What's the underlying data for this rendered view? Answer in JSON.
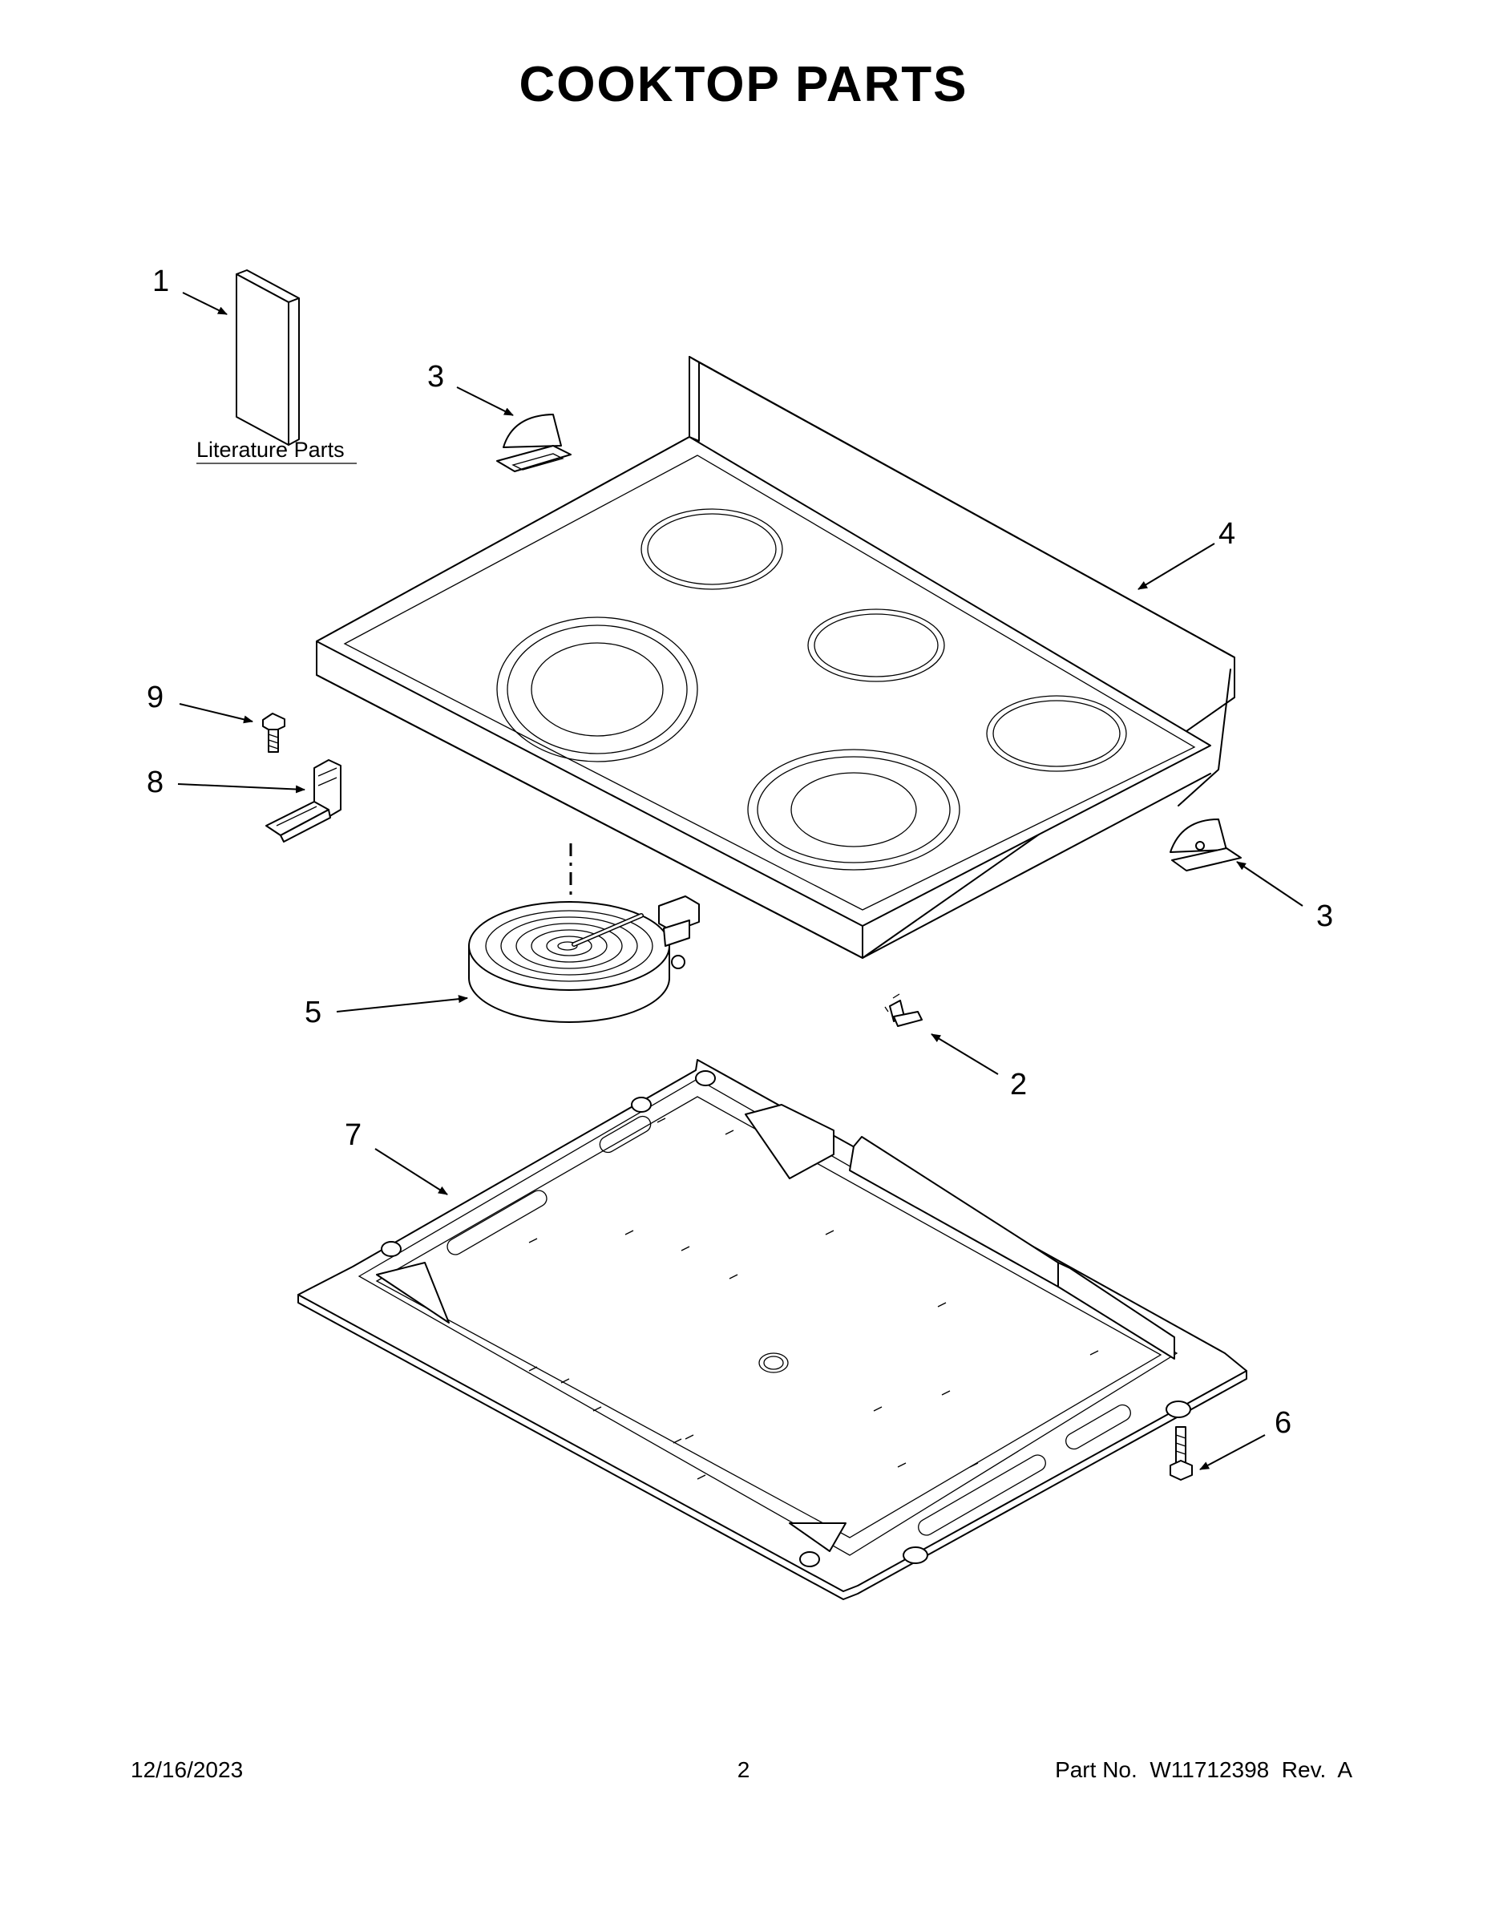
{
  "header": {
    "title": "COOKTOP  PARTS"
  },
  "literature_label": "Literature Parts",
  "callouts": {
    "c1": "1",
    "c2": "2",
    "c3a": "3",
    "c3b": "3",
    "c4": "4",
    "c5": "5",
    "c6": "6",
    "c7": "7",
    "c8": "8",
    "c9": "9"
  },
  "footer": {
    "date": "12/16/2023",
    "page": "2",
    "part": "Part No.  W11712398  Rev.  A"
  }
}
